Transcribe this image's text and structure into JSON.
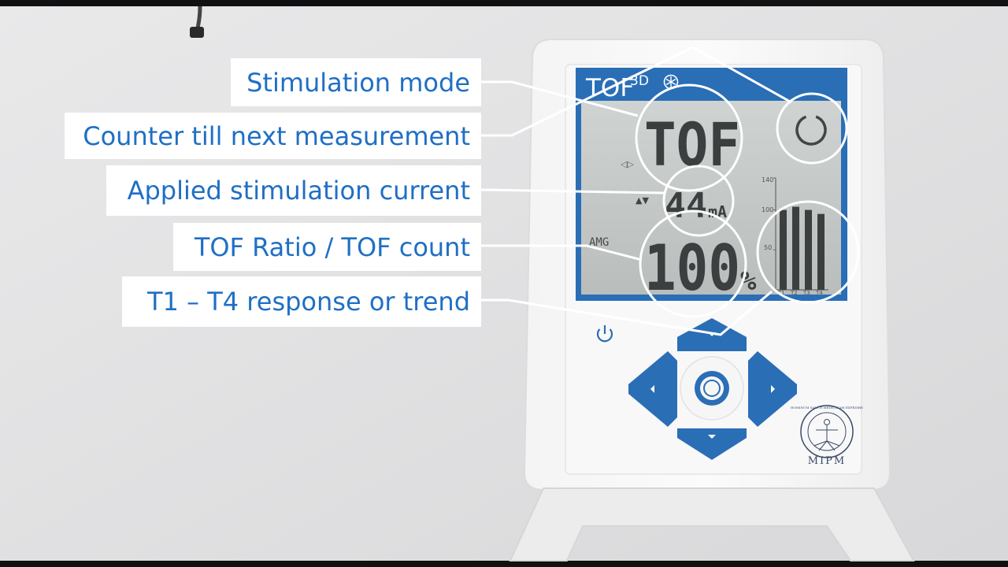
{
  "callouts": [
    {
      "text": "Stimulation mode"
    },
    {
      "text": "Counter till next measurement"
    },
    {
      "text": "Applied stimulation current"
    },
    {
      "text": "TOF Ratio / TOF count"
    },
    {
      "text": "T1 – T4 response or trend"
    }
  ],
  "device": {
    "brand_main": "TOF",
    "brand_sup": "3D",
    "logo_text": "MIPM",
    "logo_ring_text": "HOMINUM SALUTI MEDICINAM EXPEDIRE",
    "colors": {
      "accent": "#1f6fc4",
      "lcd_bg": "#c4c8c7",
      "lcd_frame": "#2a6eb6"
    }
  },
  "lcd": {
    "mode": "TOF",
    "current_value": "44",
    "current_unit": "mA",
    "ratio_value": "100",
    "ratio_unit": "%",
    "sensor_label": "AMG",
    "chart_data": {
      "type": "bar",
      "categories": [
        "T1",
        "T2",
        "T3",
        "T4"
      ],
      "values": [
        100,
        104,
        100,
        95
      ],
      "ylim": [
        0,
        140
      ],
      "yticks": [
        "140",
        "100",
        "50"
      ]
    }
  }
}
